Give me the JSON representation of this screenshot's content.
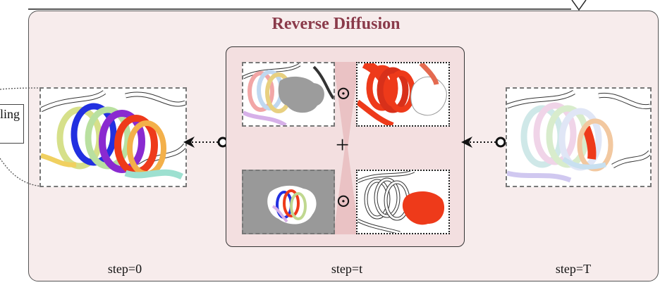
{
  "diagram": {
    "title": "Reverse Diffusion",
    "cropped_left_label": "ling",
    "steps": {
      "start": "step=0",
      "middle": "step=t",
      "end": "step=T"
    },
    "operators": {
      "hadamard_top": "⊙",
      "hadamard_bottom": "⊙",
      "plus": "+"
    }
  },
  "colors": {
    "title": "#8a3a4a",
    "box_fill": "#f7ecec",
    "inner_fill": "#f3dfe0",
    "mask_red": "#ee3a1a",
    "mask_gray": "#999999"
  }
}
